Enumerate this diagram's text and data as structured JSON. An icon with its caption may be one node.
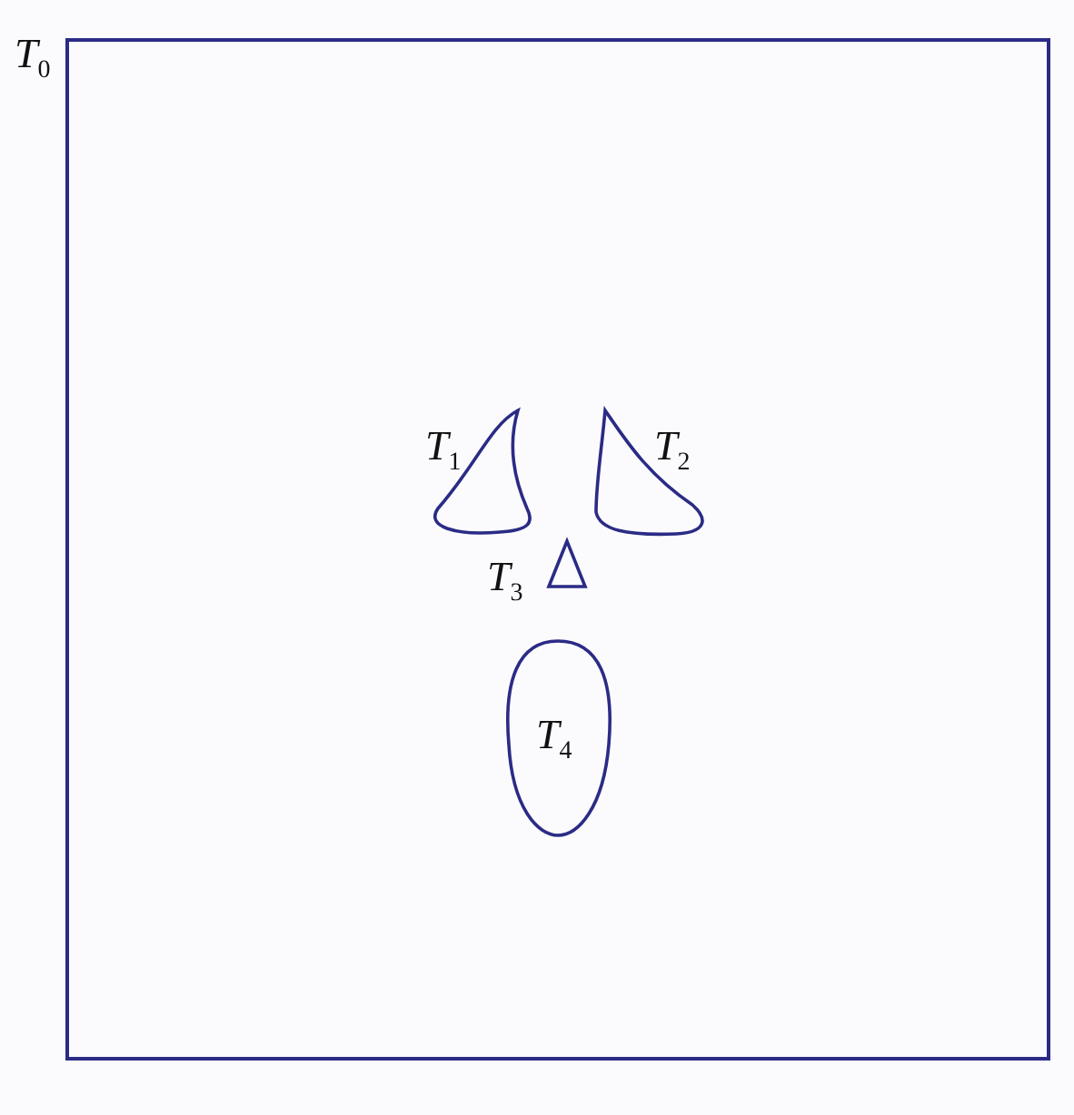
{
  "diagram": {
    "nodes": [
      {
        "text": [
          "T$_{0}$"
        ]
      },
      {
        "text": [
          "T$_{1}$"
        ],
        "in": 0
      },
      {
        "text": [
          "T$_{2}$"
        ],
        "in": 0
      },
      {
        "text": [
          "T$_{3}$"
        ],
        "in": 0
      },
      {
        "text": [
          "T$_{4}$"
        ],
        "in": 0
      }
    ]
  }
}
